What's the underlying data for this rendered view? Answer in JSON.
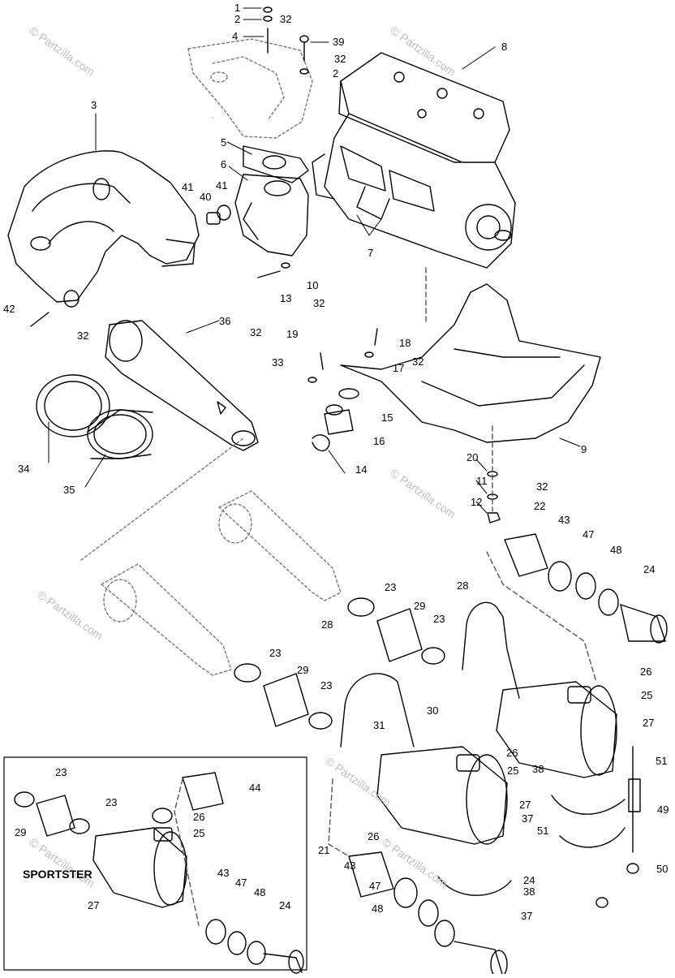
{
  "watermark": "© Partzilla.com",
  "inset_title": "SPORTSTER",
  "callouts": [
    "1",
    "2",
    "32",
    "4",
    "39",
    "32",
    "2",
    "8",
    "3",
    "5",
    "6",
    "40",
    "41",
    "7",
    "41",
    "42",
    "32",
    "10",
    "13",
    "32",
    "36",
    "32",
    "19",
    "18",
    "32",
    "33",
    "17",
    "15",
    "16",
    "14",
    "9",
    "20",
    "11",
    "32",
    "12",
    "34",
    "35",
    "22",
    "43",
    "47",
    "48",
    "24",
    "23",
    "28",
    "29",
    "23",
    "26",
    "25",
    "27",
    "23",
    "28",
    "29",
    "23",
    "30",
    "31",
    "26",
    "25",
    "27",
    "51",
    "38",
    "49",
    "37",
    "51",
    "26",
    "50",
    "21",
    "38",
    "43",
    "37",
    "47",
    "24",
    "48",
    "23",
    "44",
    "23",
    "26",
    "29",
    "25",
    "27",
    "43",
    "47",
    "48",
    "24"
  ]
}
